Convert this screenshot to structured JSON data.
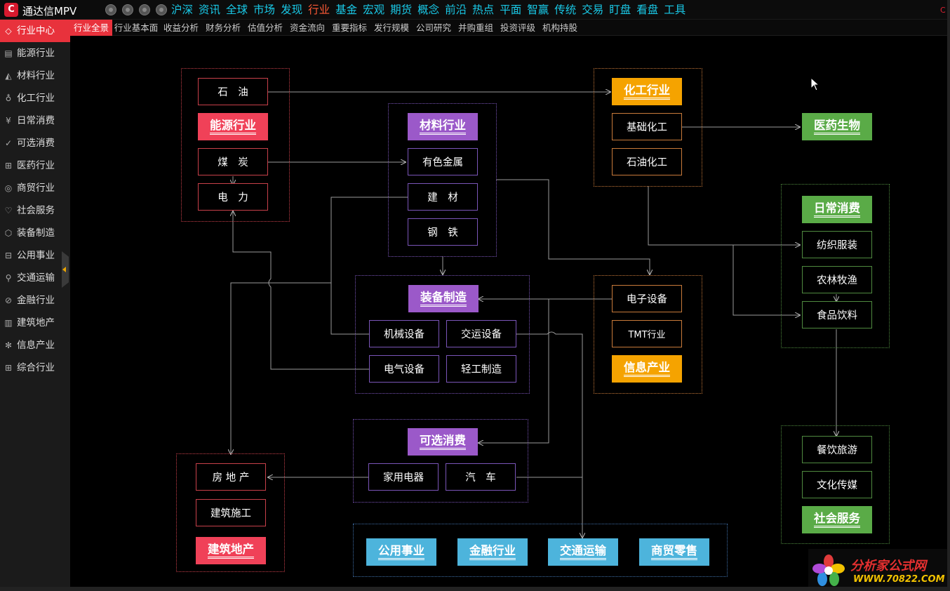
{
  "app": {
    "name": "通达信MPV",
    "logo_glyph": "C",
    "top_right": "C"
  },
  "main_menu": [
    {
      "label": "沪深",
      "active": false
    },
    {
      "label": "资讯",
      "active": false
    },
    {
      "label": "全球",
      "active": false
    },
    {
      "label": "市场",
      "active": false
    },
    {
      "label": "发现",
      "active": false
    },
    {
      "label": "行业",
      "active": true
    },
    {
      "label": "基金",
      "active": false
    },
    {
      "label": "宏观",
      "active": false
    },
    {
      "label": "期货",
      "active": false
    },
    {
      "label": "概念",
      "active": false
    },
    {
      "label": "前沿",
      "active": false
    },
    {
      "label": "热点",
      "active": false
    },
    {
      "label": "平面",
      "active": false
    },
    {
      "label": "智赢",
      "active": false
    },
    {
      "label": "传统",
      "active": false
    },
    {
      "label": "交易",
      "active": false
    },
    {
      "label": "盯盘",
      "active": false
    },
    {
      "label": "看盘",
      "active": false
    },
    {
      "label": "工具",
      "active": false
    }
  ],
  "sub_tabs": [
    "行业全景",
    "行业基本面",
    "收益分析",
    "财务分析",
    "估值分析",
    "资金流向",
    "重要指标",
    "发行规模",
    "公司研究",
    "并购重组",
    "投资评级",
    "机构持股"
  ],
  "sidebar": [
    {
      "label": "行业中心",
      "icon": "home-icon",
      "glyph": "◇"
    },
    {
      "label": "能源行业",
      "icon": "energy-icon",
      "glyph": "▤"
    },
    {
      "label": "材料行业",
      "icon": "material-icon",
      "glyph": "◭"
    },
    {
      "label": "化工行业",
      "icon": "flask-icon",
      "glyph": "♁"
    },
    {
      "label": "日常消费",
      "icon": "yen-icon",
      "glyph": "¥"
    },
    {
      "label": "可选消费",
      "icon": "check-icon",
      "glyph": "✓"
    },
    {
      "label": "医药行业",
      "icon": "medicine-icon",
      "glyph": "⊞"
    },
    {
      "label": "商贸行业",
      "icon": "trade-icon",
      "glyph": "◎"
    },
    {
      "label": "社会服务",
      "icon": "heart-icon",
      "glyph": "♡"
    },
    {
      "label": "装备制造",
      "icon": "gear-icon",
      "glyph": "⬡"
    },
    {
      "label": "公用事业",
      "icon": "utility-icon",
      "glyph": "⊟"
    },
    {
      "label": "交通运输",
      "icon": "transport-icon",
      "glyph": "⚲"
    },
    {
      "label": "金融行业",
      "icon": "finance-icon",
      "glyph": "⊘"
    },
    {
      "label": "建筑地产",
      "icon": "building-icon",
      "glyph": "▥"
    },
    {
      "label": "信息产业",
      "icon": "atom-icon",
      "glyph": "✻"
    },
    {
      "label": "综合行业",
      "icon": "grid-icon",
      "glyph": "⊞"
    }
  ],
  "diagram": {
    "energy": {
      "head": "能源行业",
      "items": [
        "石　油",
        "煤　炭",
        "电　力"
      ]
    },
    "material": {
      "head": "材料行业",
      "items": [
        "有色金属",
        "建　材",
        "钢　铁"
      ]
    },
    "chemical": {
      "head": "化工行业",
      "items": [
        "基础化工",
        "石油化工"
      ]
    },
    "medicine": {
      "head": "医药生物"
    },
    "daily": {
      "head": "日常消费",
      "items": [
        "纺织服装",
        "农林牧渔",
        "食品饮料"
      ]
    },
    "equipment": {
      "head": "装备制造",
      "items": [
        "机械设备",
        "交运设备",
        "电气设备",
        "轻工制造"
      ]
    },
    "info": {
      "head": "信息产业",
      "items": [
        "电子设备",
        "TMT行业"
      ]
    },
    "optional": {
      "head": "可选消费",
      "items": [
        "家用电器",
        "汽　车"
      ]
    },
    "realestate": {
      "head": "建筑地产",
      "items": [
        "房 地 产",
        "建筑施工"
      ]
    },
    "social": {
      "head": "社会服务",
      "items": [
        "餐饮旅游",
        "文化传媒"
      ]
    },
    "bottom": [
      "公用事业",
      "金融行业",
      "交通运输",
      "商贸零售"
    ]
  },
  "colors": {
    "energy": "#f04158",
    "material": "#9b59c9",
    "chemical": "#f5a300",
    "medicine": "#5aab47",
    "bottom": "#4db4dc",
    "energy_border": "#c8404a",
    "material_border": "#7a55b8",
    "chem_border": "#c87a3a",
    "green_border": "#4f8a3f",
    "blue_border": "#3f6fa8",
    "active_menu": "#ff5a36",
    "menu": "#19c8e6",
    "accent": "#e8323c"
  },
  "watermark": {
    "title": "分析家公式网",
    "url": "WWW.70822.COM"
  }
}
